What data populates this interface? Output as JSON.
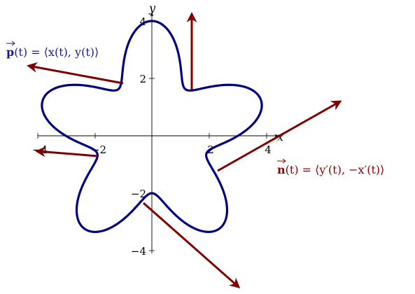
{
  "axes": {
    "x_label": "x",
    "y_label": "y",
    "x_ticks": [
      "−4",
      "−2",
      "2",
      "4"
    ],
    "y_ticks": [
      "4",
      "2",
      "−2",
      "−4"
    ]
  },
  "labels": {
    "p_vec": "p",
    "p_rest": "(t) = ⟨x(t), y(t)⟩",
    "n_vec": "n",
    "n_rest": "(t) = ⟨y′(t), −x′(t)⟩"
  },
  "colors": {
    "curve": "#000080",
    "vectors": "#800000",
    "p_label": "#1a1a8c",
    "n_label": "#8b0000"
  }
}
